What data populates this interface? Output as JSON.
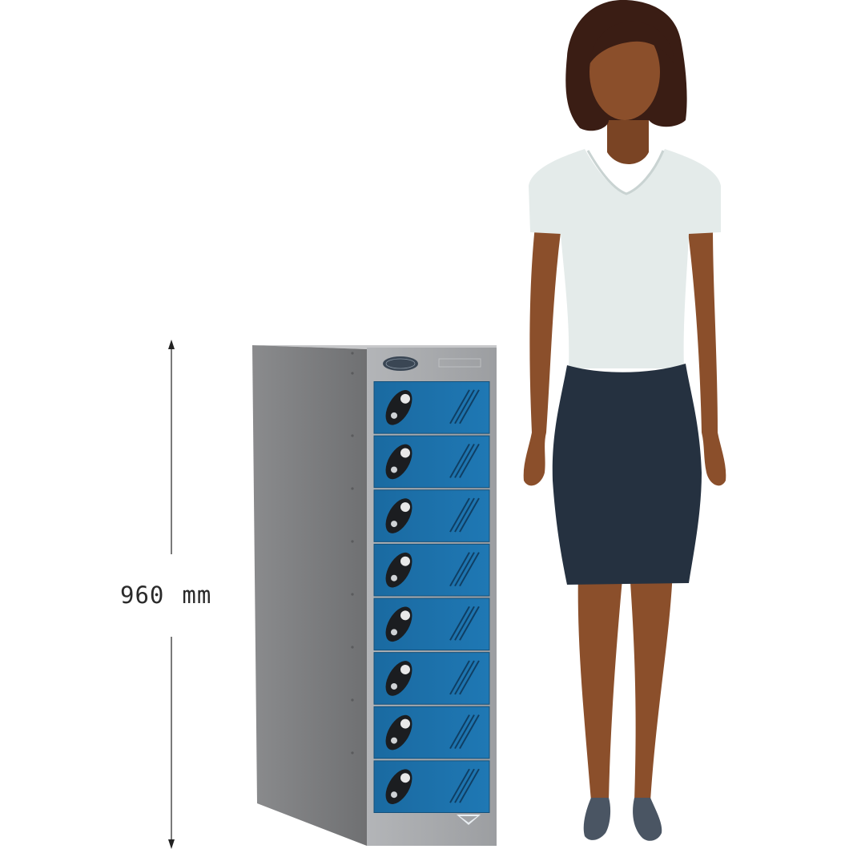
{
  "dimension": {
    "value": "960",
    "unit": "mm"
  },
  "locker": {
    "door_count": 8,
    "door_color": "#1f6fa6",
    "body_color": "#a7a9ac",
    "side_color": "#7b7c7e"
  },
  "person": {
    "skin_color": "#8b4f2b",
    "hair_color": "#3a1d14",
    "top_color": "#e4ebea",
    "skirt_color": "#253140",
    "shoe_color": "#4a5563"
  }
}
